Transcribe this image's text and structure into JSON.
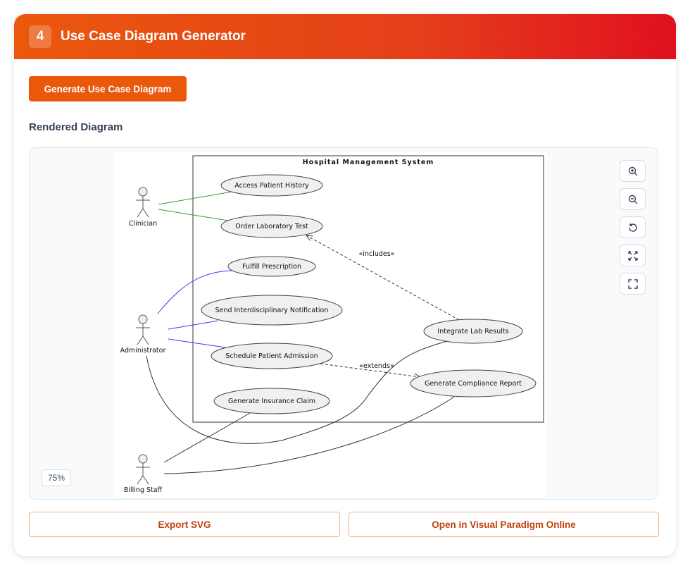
{
  "header": {
    "step": "4",
    "title": "Use Case Diagram Generator"
  },
  "generate_label": "Generate Use Case Diagram",
  "section_title": "Rendered Diagram",
  "zoom_level": "75%",
  "diagram": {
    "system": "Hospital Management System",
    "actors": [
      "Clinician",
      "Administrator",
      "Billing Staff"
    ],
    "use_cases": [
      "Access Patient History",
      "Order Laboratory Test",
      "Fulfill Prescription",
      "Send Interdisciplinary Notification",
      "Schedule Patient Admission",
      "Generate Insurance Claim",
      "Integrate Lab Results",
      "Generate Compliance Report"
    ],
    "includes": "«includes»",
    "extends": "«extends»",
    "colors": {
      "clinician": "#3a9a3a",
      "administrator": "#3a3aee",
      "billing": "#333333"
    }
  },
  "controls": [
    "zoom-in",
    "zoom-out",
    "reset",
    "fit",
    "fullscreen"
  ],
  "export_label": "Export SVG",
  "open_label": "Open in Visual Paradigm Online"
}
